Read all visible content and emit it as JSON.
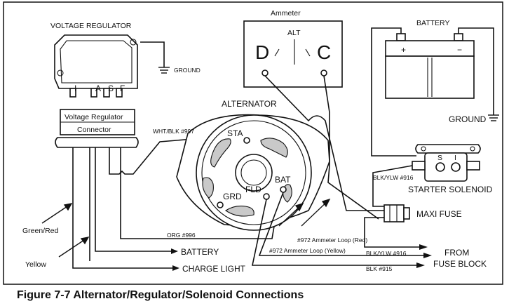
{
  "caption": "Figure 7-7 Alternator/Regulator/Solenoid Connections",
  "voltage_regulator": {
    "title": "VOLTAGE REGULATOR",
    "ground": "GROUND",
    "terminals": [
      "I",
      "A",
      "S",
      "F"
    ],
    "connector_line1": "Voltage Regulator",
    "connector_line2": "Connector"
  },
  "ammeter": {
    "title": "Ammeter",
    "alt": "ALT",
    "left": "D",
    "right": "C"
  },
  "battery": {
    "title": "BATTERY",
    "plus": "+",
    "minus": "−",
    "ground": "GROUND"
  },
  "alternator": {
    "title": "ALTERNATOR",
    "sta": "STA",
    "bat": "BAT",
    "grd": "GRD",
    "fld": "FLD"
  },
  "solenoid": {
    "s": "S",
    "i": "I",
    "title": "STARTER SOLENOID"
  },
  "wires": {
    "wht_blk": "WHT/BLK #997",
    "blk_ylw_top": "BLK/YLW #916",
    "org": "ORG #996",
    "loop_red": "#972 Ammeter Loop (Red)",
    "loop_yellow": "#972 Ammeter Loop (Yellow)",
    "blk_ylw_bottom": "BLK/YLW #916",
    "blk": "BLK #915"
  },
  "labels": {
    "maxi_fuse": "MAXI FUSE",
    "green_red": "Green/Red",
    "yellow": "Yellow",
    "battery": "BATTERY",
    "charge_light": "CHARGE LIGHT",
    "from": "FROM",
    "fuse_block": "FUSE BLOCK"
  }
}
